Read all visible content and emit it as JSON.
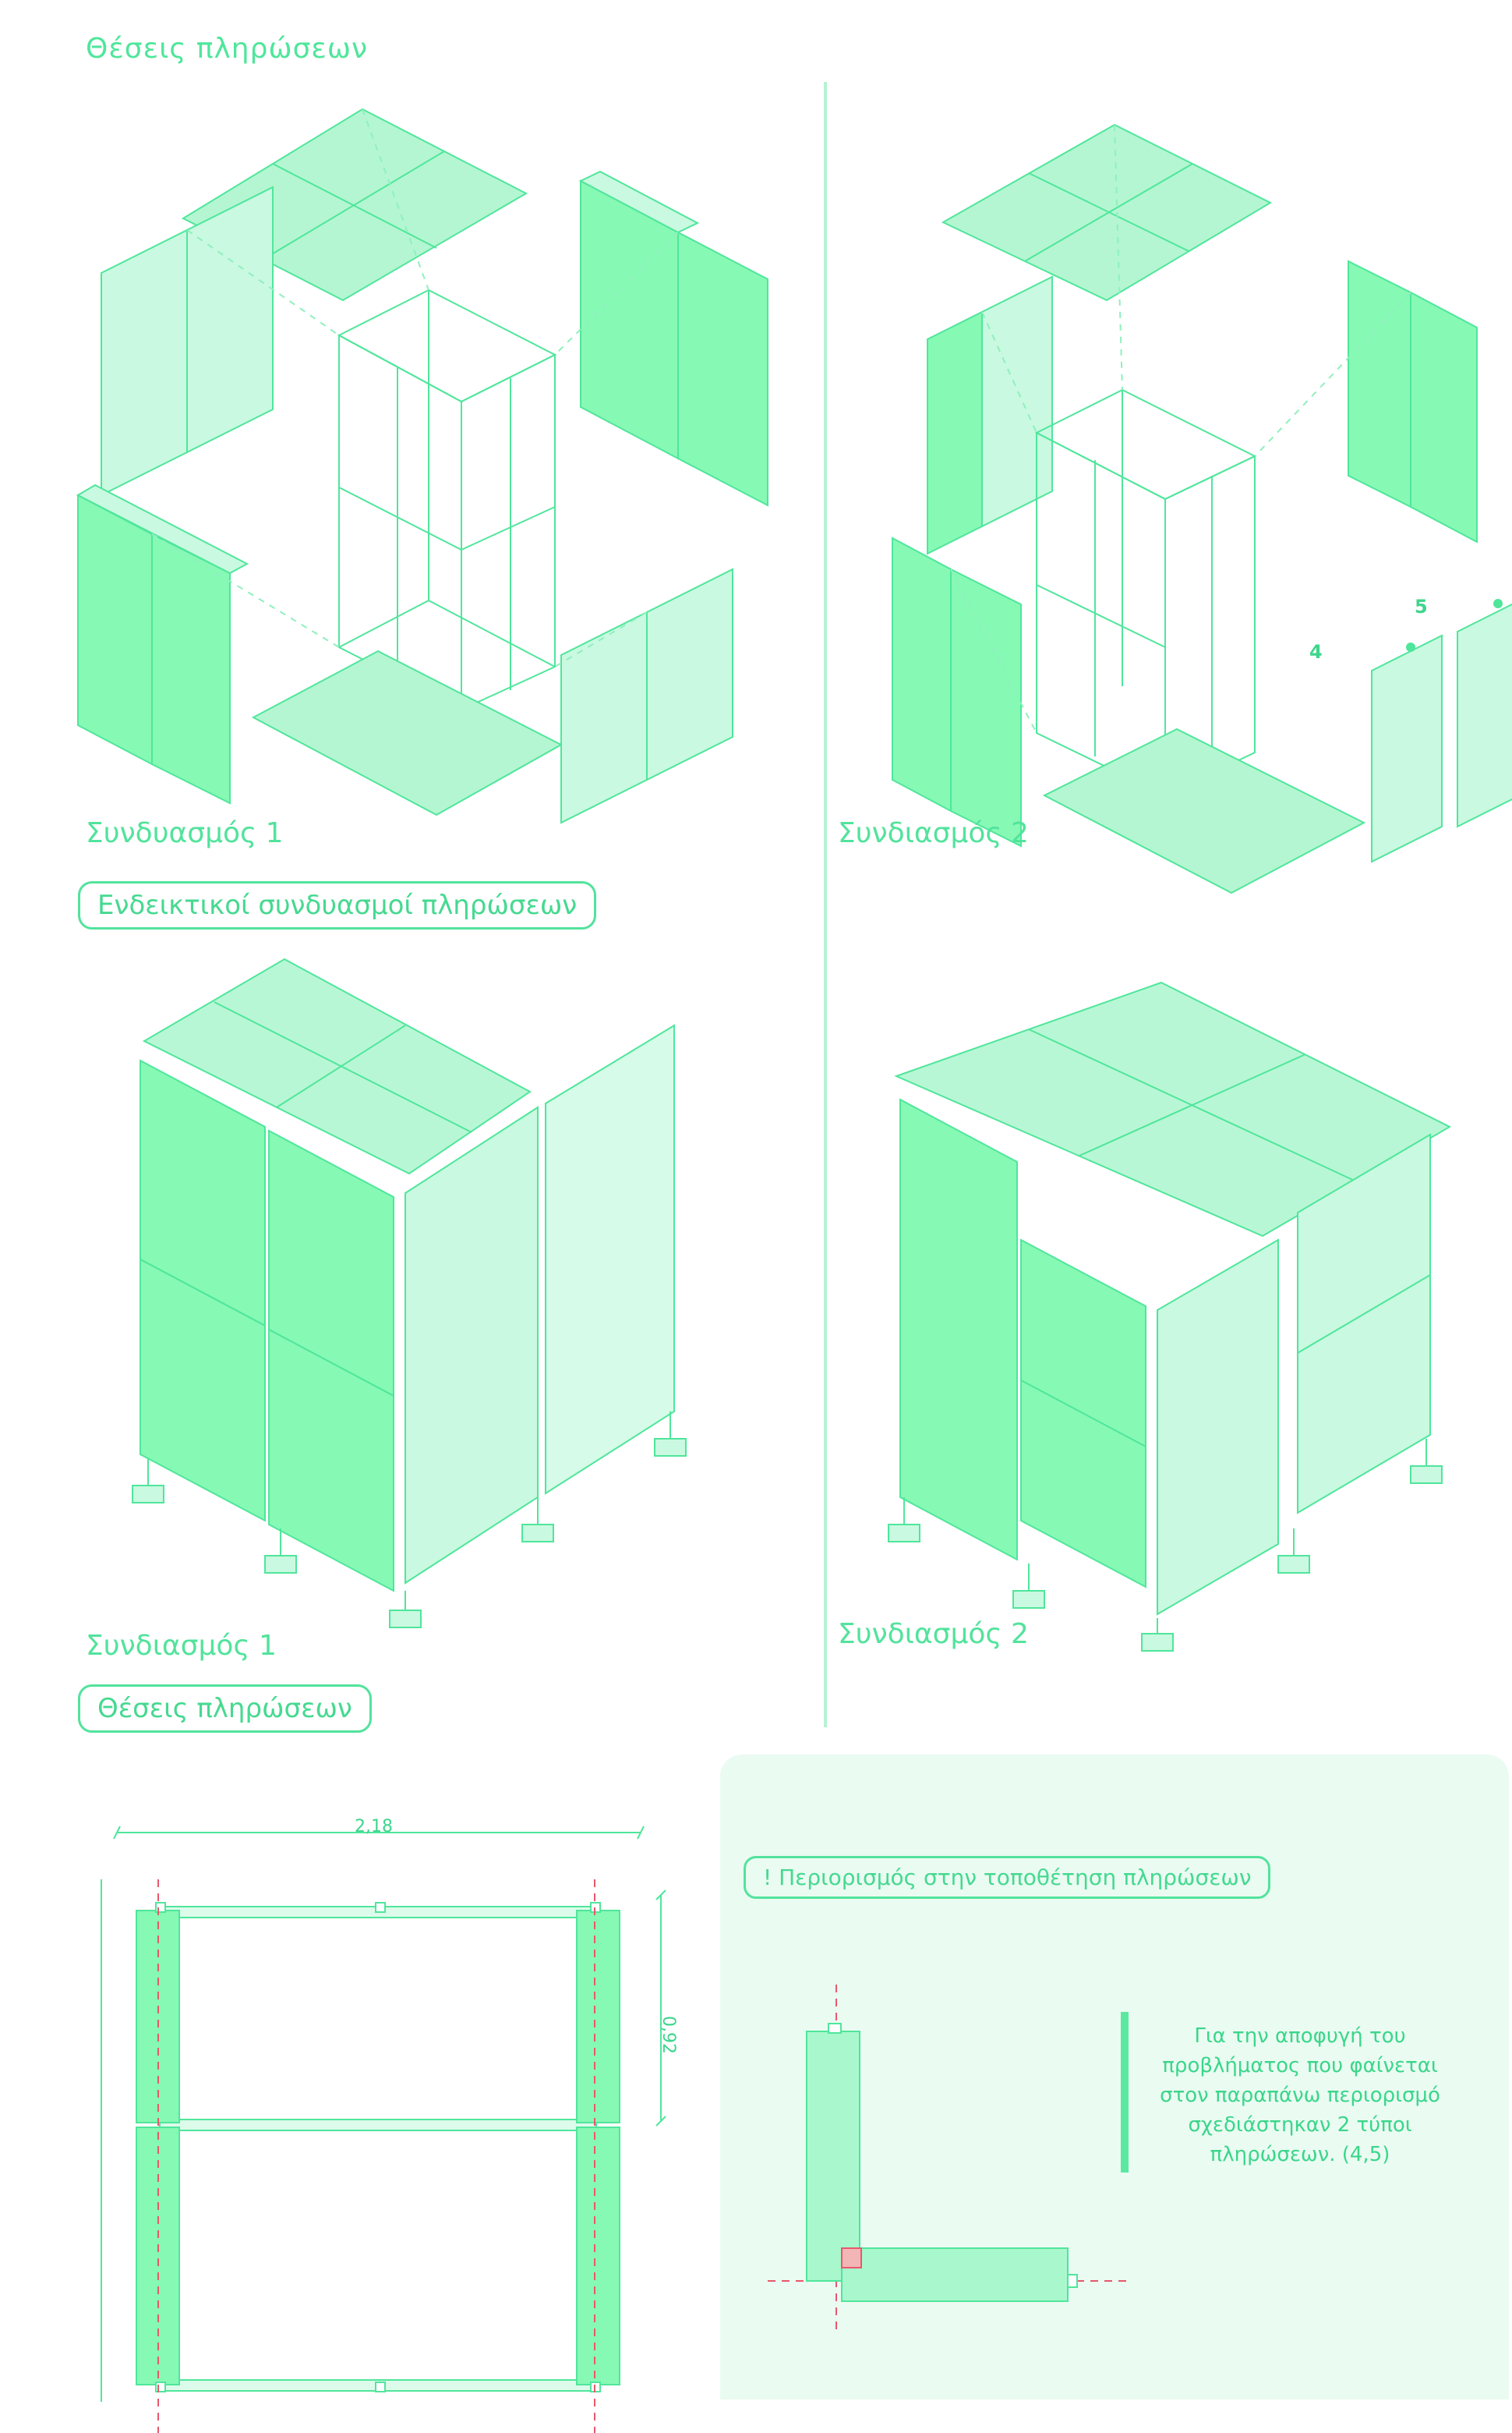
{
  "header": {
    "title": "Θέσεις πληρώσεων"
  },
  "captions": {
    "combo1_exploded": "Συνδυασμός 1",
    "combo2_exploded": "Συνδιασμός 2",
    "combo1_assembled": "Συνδιασμός 1",
    "combo2_assembled": "Συνδιασμός 2"
  },
  "labels": {
    "indicative_combos": "Ενδεικτικοί συνδυασμοί πληρώσεων",
    "infill_positions": "Θέσεις πληρώσεων",
    "restriction": "!  Περιορισμός στην τοποθέτηση  πληρώσεων"
  },
  "markers": {
    "type4": "4",
    "type5": "5"
  },
  "dimensions": {
    "width": "2,18",
    "depth": "0,92"
  },
  "note": "Για την αποφυγή του προβλήματος που φαίνεται στον παραπάνω περιορισμό σχεδιάστηκαν 2 τύποι πληρώσεων. (4,5)",
  "colors": {
    "accent": "#52e39c",
    "panel_dark": "#86f9b5",
    "panel_light": "#c9f9e0",
    "panel_top": "#b8f7d5",
    "guide_red": "#e8586b",
    "conflict": "#f3b6b6"
  }
}
